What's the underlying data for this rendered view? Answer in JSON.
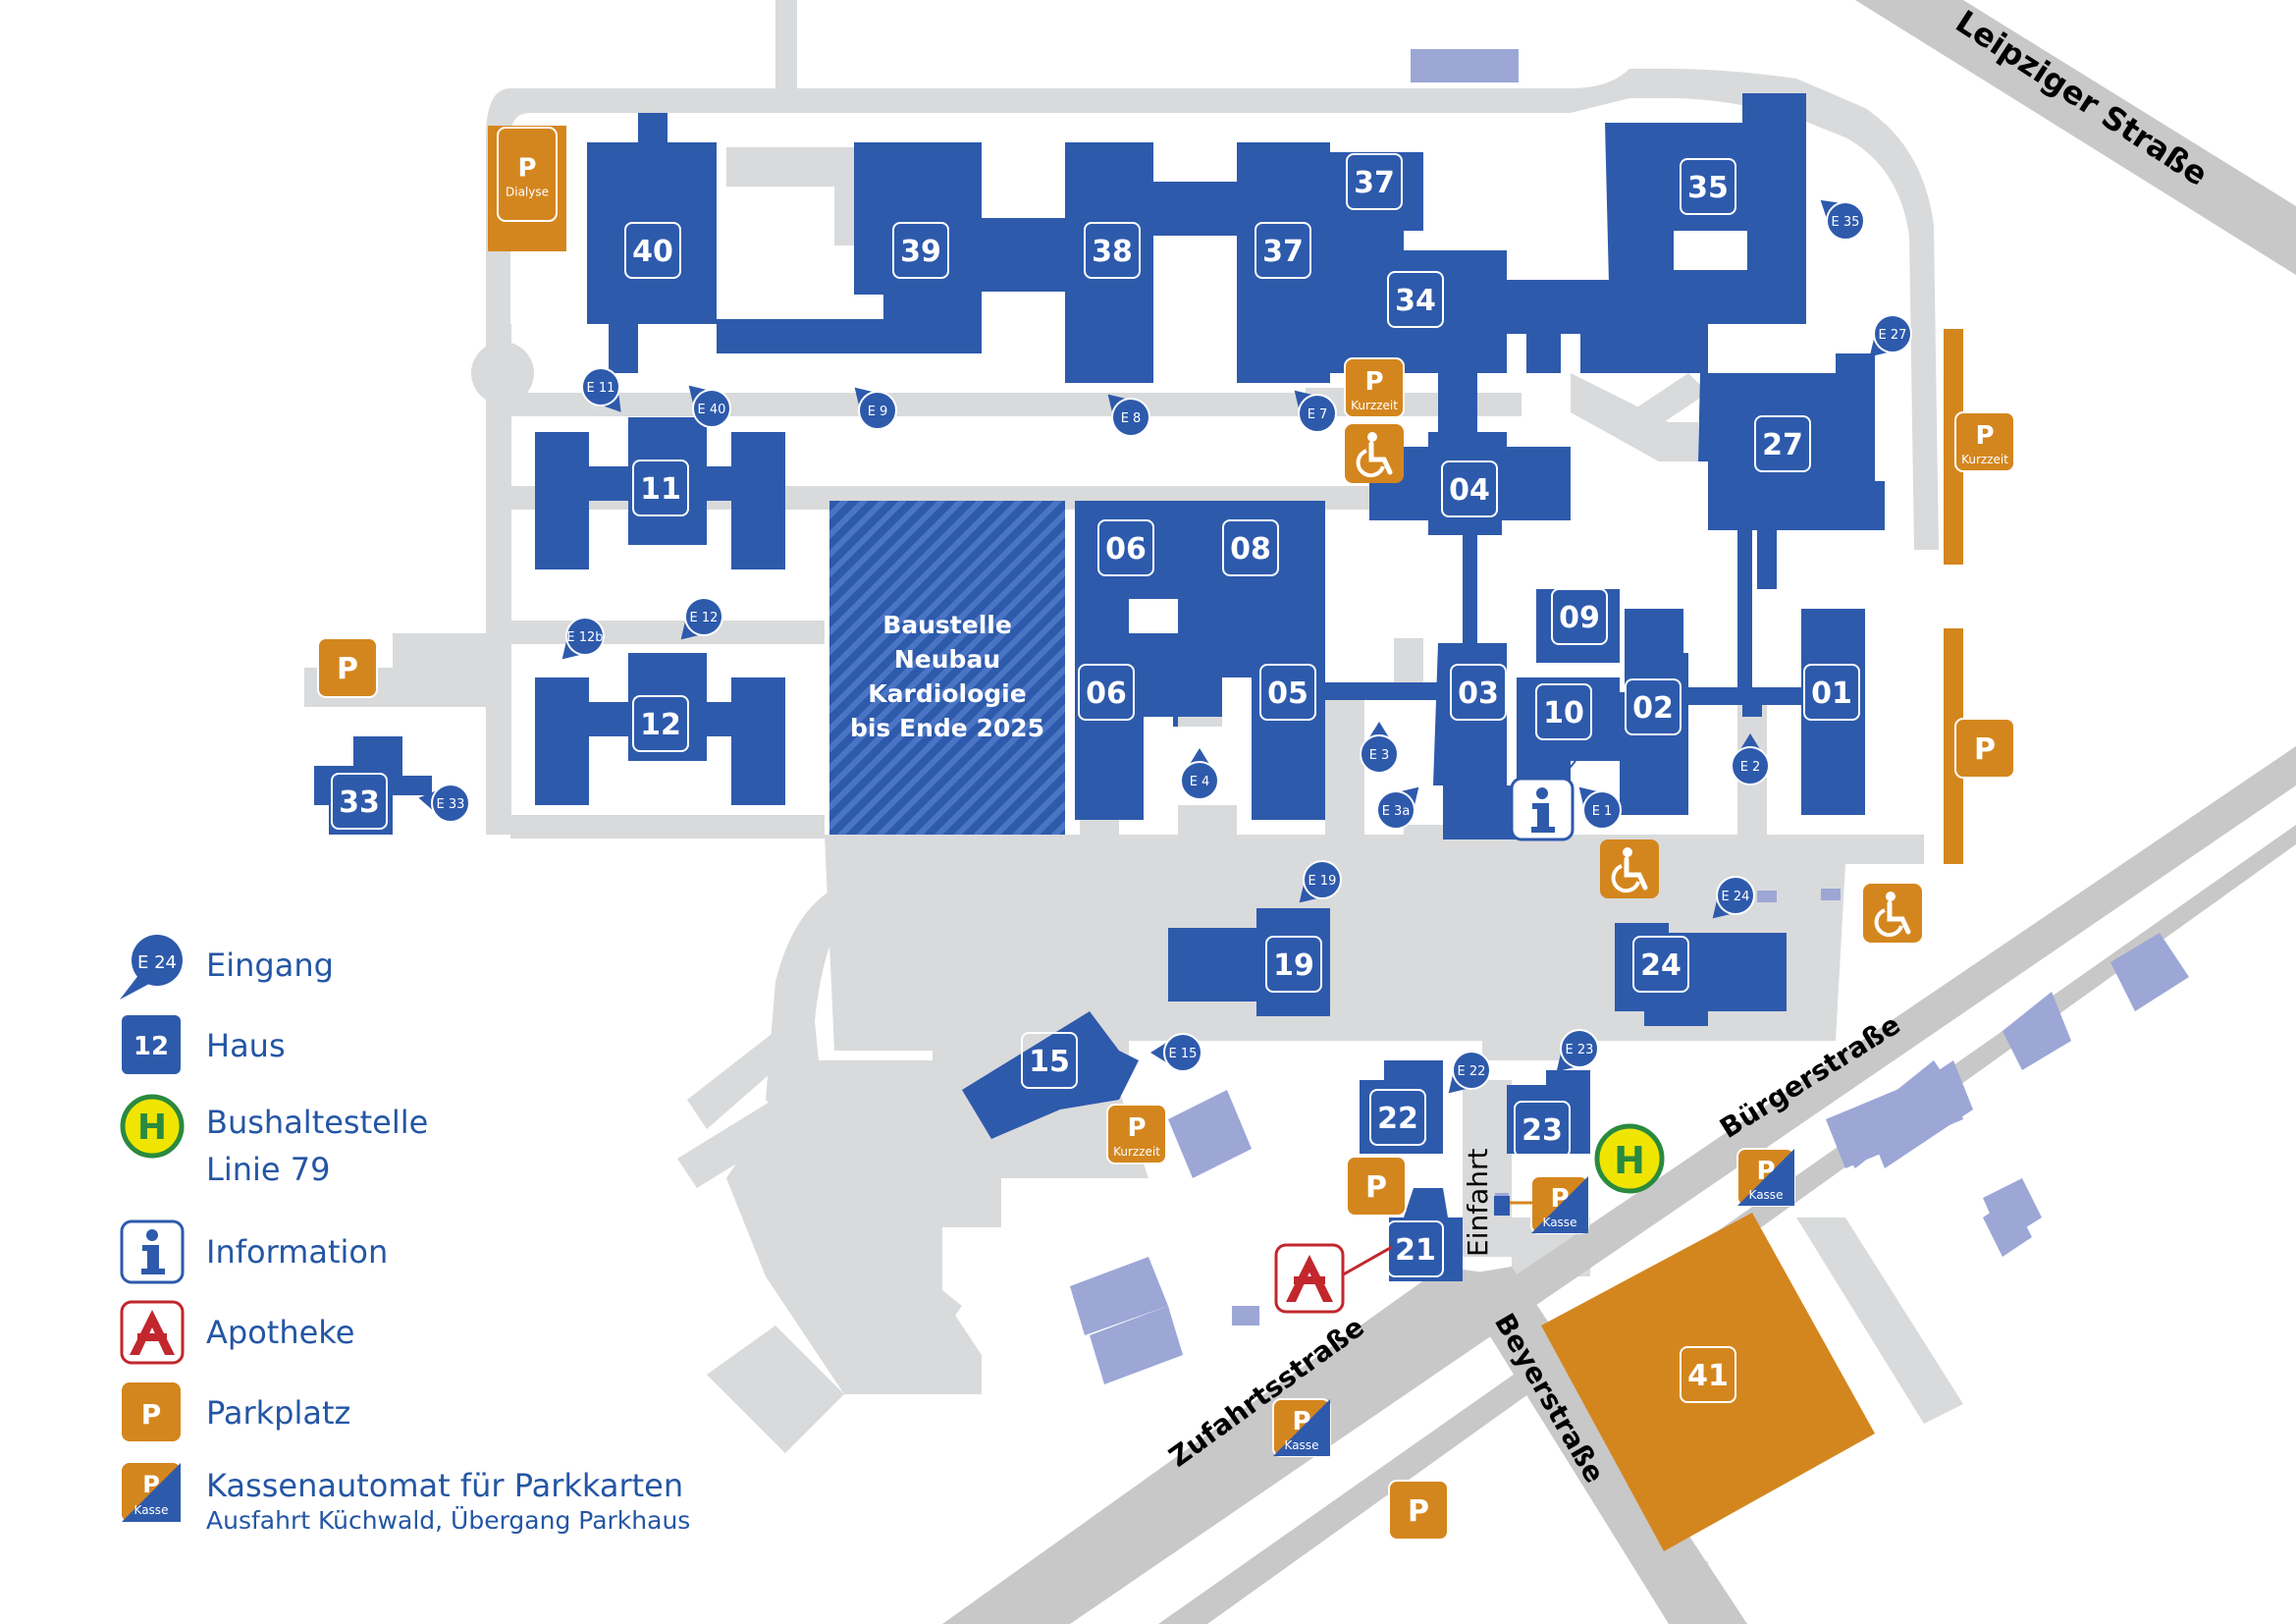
{
  "colors": {
    "building": "#2e5aac",
    "road": "#d9dadb",
    "parking": "#d4861e",
    "light_building": "#9ca7d6",
    "street": "#c8c8c8",
    "pharmacy": "#c1272d",
    "bus_green": "#2a8a3e",
    "bus_yellow": "#f0e500",
    "legend_text": "#2456a4"
  },
  "streets": [
    "Leipziger Straße",
    "Bürgerstraße",
    "Zufahrtsstraße",
    "Beyerstraße",
    "Einfahrt"
  ],
  "construction": {
    "lines": [
      "Baustelle",
      "Neubau",
      "Kardiologie",
      "bis Ende 2025"
    ]
  },
  "houses": {
    "h40": "40",
    "h39": "39",
    "h38": "38",
    "h37a": "37",
    "h37b": "37",
    "h35": "35",
    "h34": "34",
    "h27": "27",
    "h04": "04",
    "h11": "11",
    "h12": "12",
    "h33": "33",
    "h06a": "06",
    "h06b": "06",
    "h08": "08",
    "h05": "05",
    "h03": "03",
    "h09": "09",
    "h10": "10",
    "h02": "02",
    "h01": "01",
    "h19": "19",
    "h24": "24",
    "h15": "15",
    "h22": "22",
    "h23": "23",
    "h21": "21",
    "h41": "41"
  },
  "entrances": {
    "e35": "E 35",
    "e27": "E 27",
    "e11": "E 11",
    "e40": "E 40",
    "e9": "E 9",
    "e8": "E 8",
    "e7": "E 7",
    "e12b": "E 12b",
    "e12": "E 12",
    "e33": "E 33",
    "e4": "E 4",
    "e3": "E 3",
    "e3a": "E 3a",
    "e1": "E 1",
    "e2": "E 2",
    "e19": "E 19",
    "e24": "E 24",
    "e15": "E 15",
    "e22": "E 22",
    "e23": "E 23"
  },
  "parking": {
    "p_symbol": "P",
    "dialyse": "Dialyse",
    "kurzzeit": "Kurzzeit",
    "kasse": "Kasse"
  },
  "legend": {
    "entrance_sample": "E 24",
    "entrance": "Eingang",
    "house_sample": "12",
    "house": "Haus",
    "bus_symbol": "H",
    "bus_line1": "Bushaltestelle",
    "bus_line2": "Linie 79",
    "info": "Information",
    "pharmacy": "Apotheke",
    "parking_symbol": "P",
    "parking": "Parkplatz",
    "kasse_symbol": "P",
    "kasse_tag": "Kasse",
    "kasse": "Kassenautomat für Parkkarten",
    "kasse_sub": "Ausfahrt Küchwald, Übergang Parkhaus"
  }
}
